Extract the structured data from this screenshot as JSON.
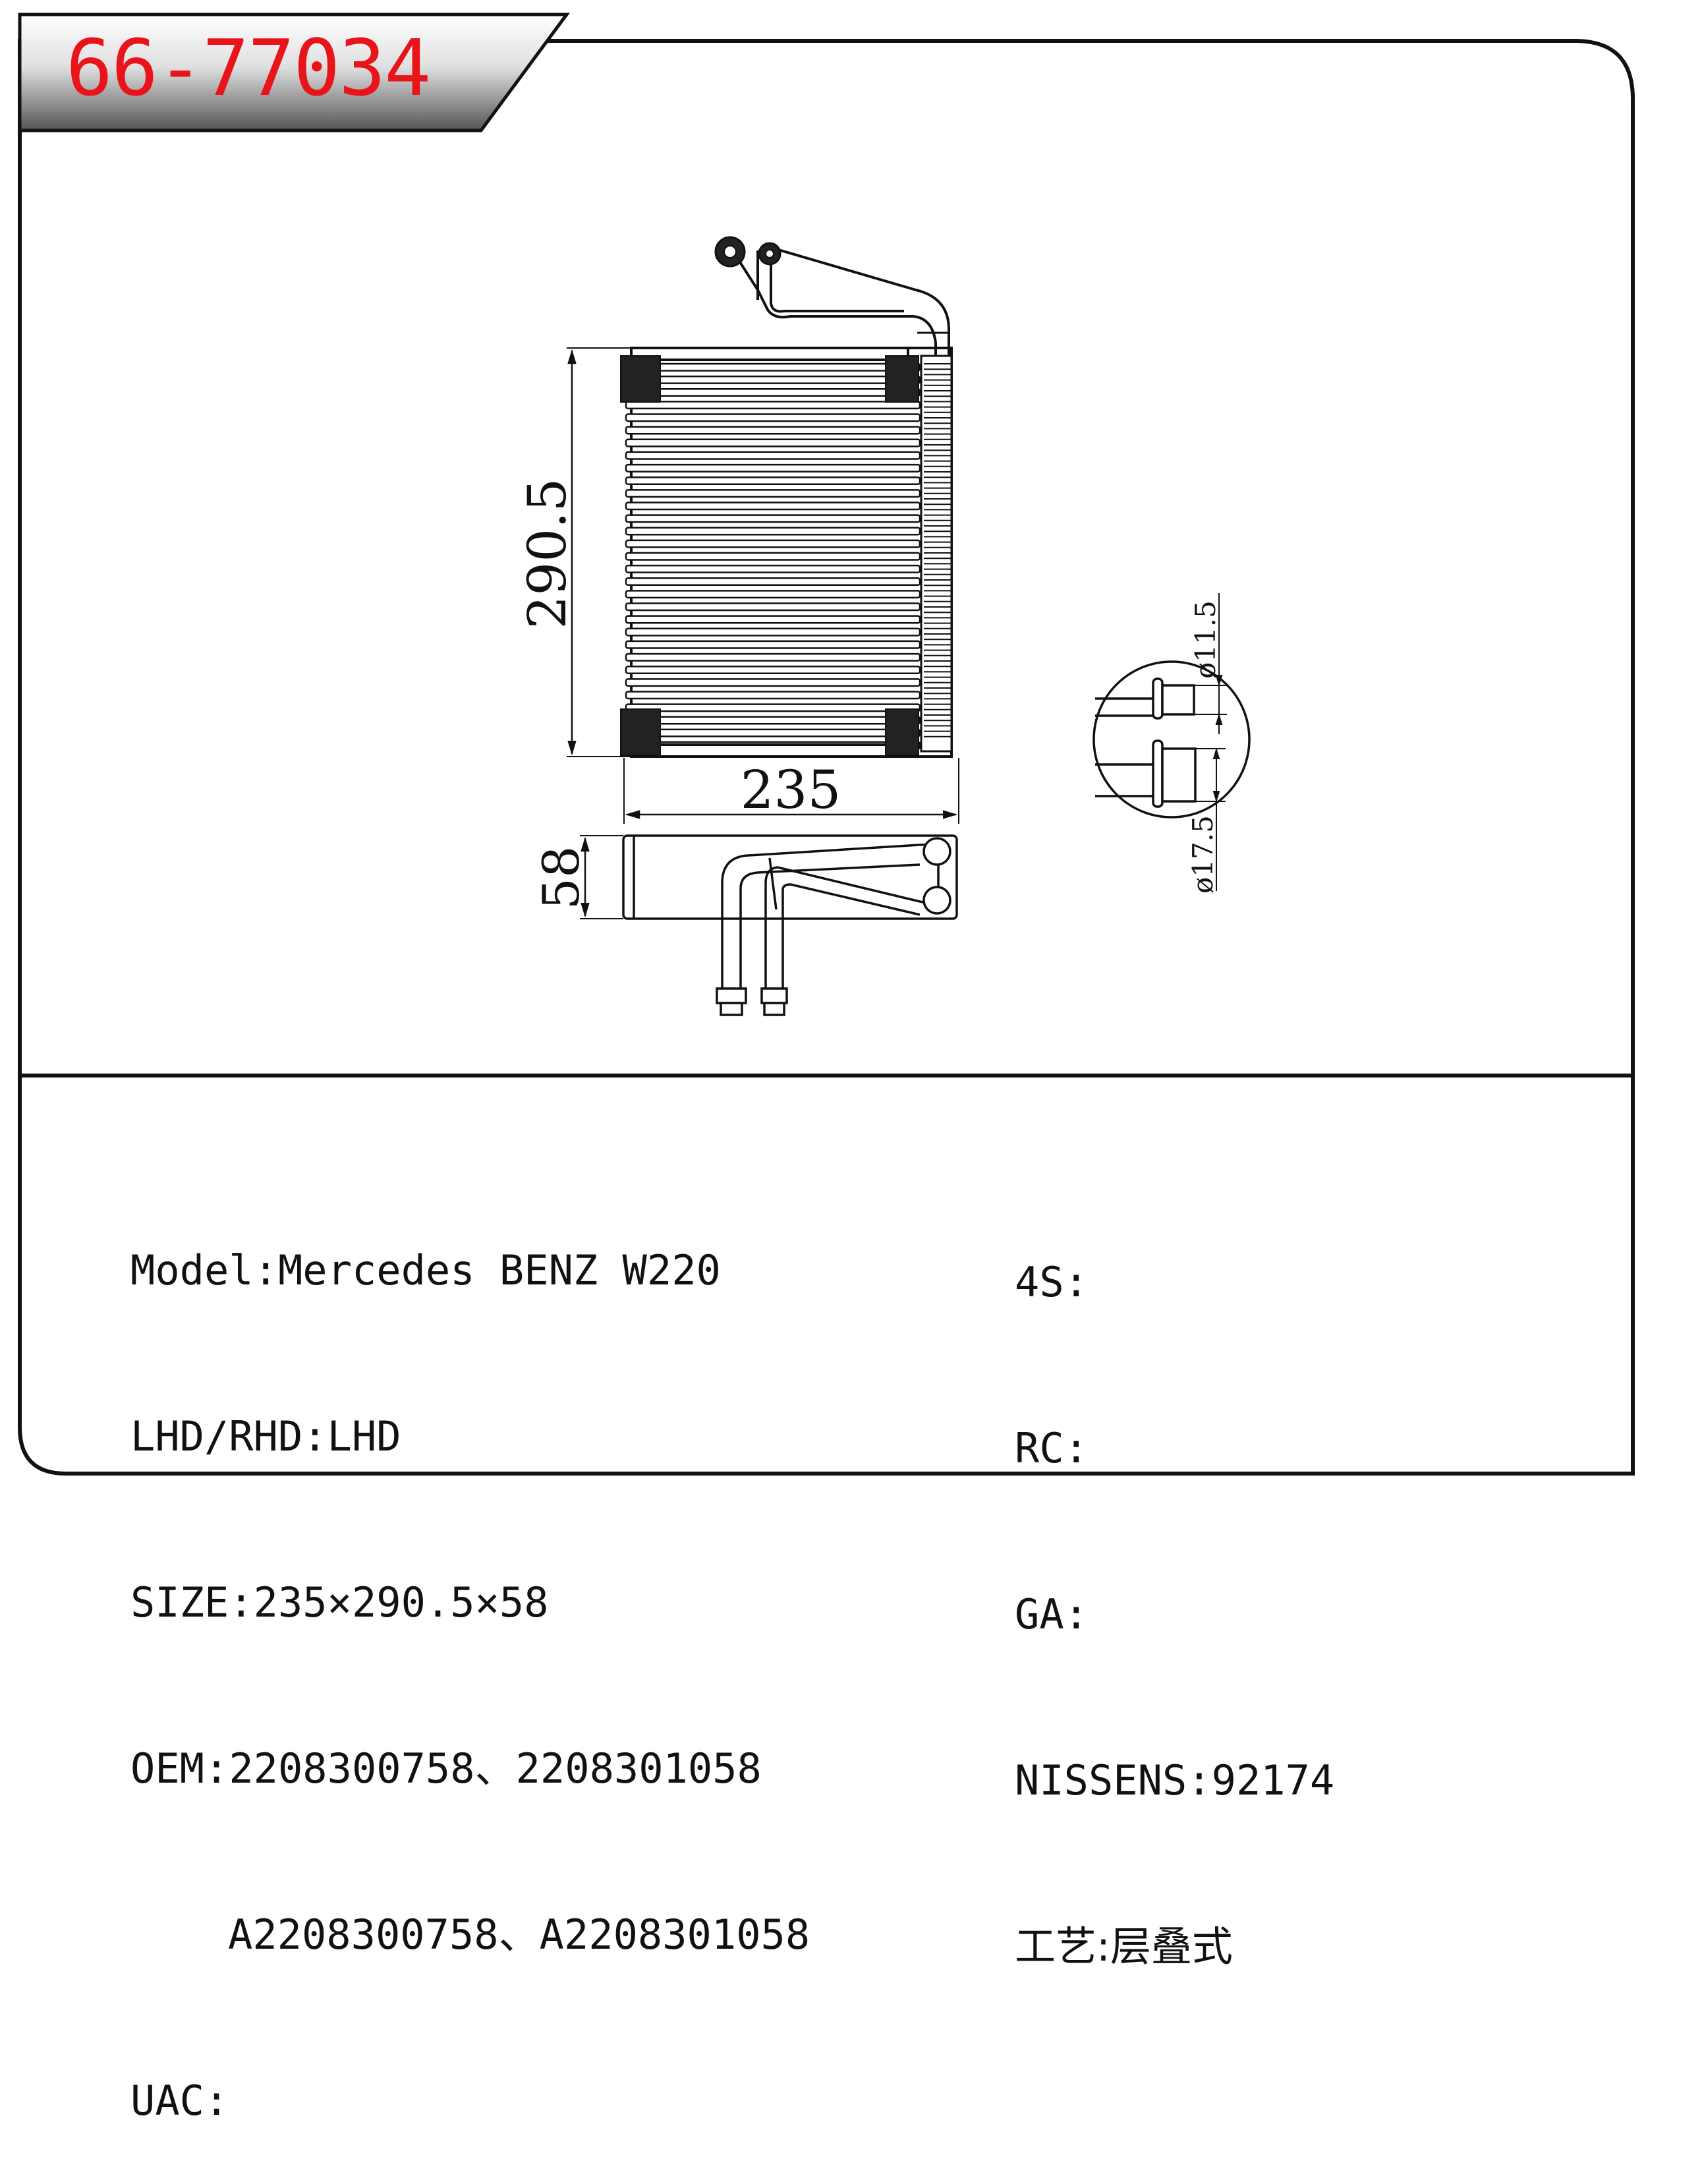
{
  "title": "66-77034",
  "dimensions": {
    "height": "290.5",
    "width": "235",
    "depth": "58",
    "pipe_small": "ø11.5",
    "pipe_large": "ø17.5"
  },
  "specs_left": [
    {
      "label": "Model:",
      "value": "Mercedes BENZ W220"
    },
    {
      "label": "LHD/RHD:",
      "value": "LHD"
    },
    {
      "label": "SIZE:",
      "value": "235×290.5×58"
    },
    {
      "label": "OEM:",
      "value": "2208300758、2208301058"
    },
    {
      "label": "",
      "value": "A2208300758、A2208301058"
    },
    {
      "label": "UAC:",
      "value": ""
    }
  ],
  "specs_right": [
    {
      "label": "4S:",
      "value": ""
    },
    {
      "label": "RC:",
      "value": ""
    },
    {
      "label": "GA:",
      "value": ""
    },
    {
      "label": "NISSENS:",
      "value": "92174"
    },
    {
      "label": "工艺:",
      "value": "层叠式"
    }
  ],
  "colors": {
    "title": "#e8141a",
    "line": "#111111"
  }
}
